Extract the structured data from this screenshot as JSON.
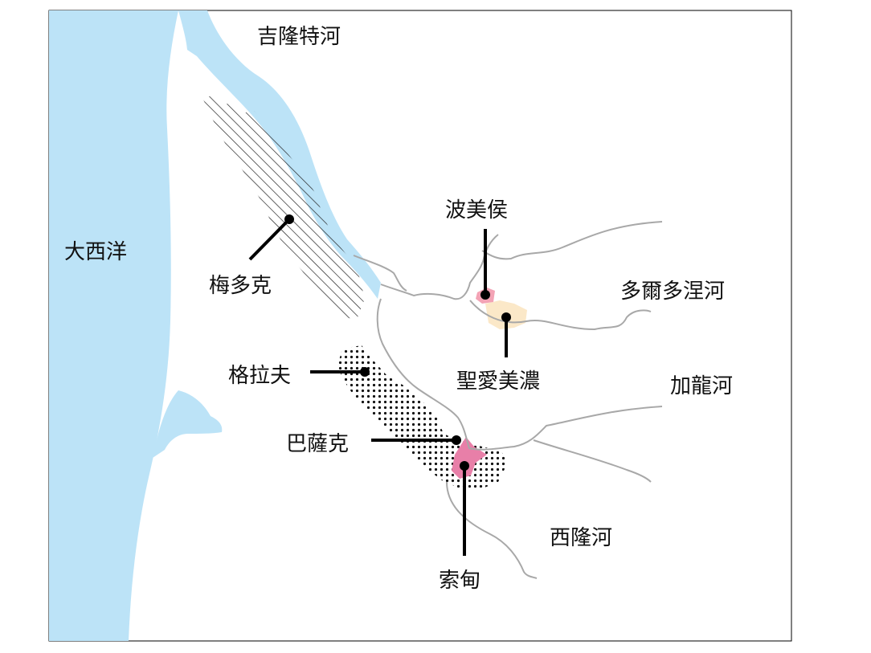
{
  "labels": {
    "gironde": "吉隆特河",
    "atlantic": "大西洋",
    "medoc": "梅多克",
    "pomerol": "波美侯",
    "dordogne": "多爾多涅河",
    "graves": "格拉夫",
    "saint_emilion": "聖愛美濃",
    "garonne": "加龍河",
    "pessac": "巴薩克",
    "ciron": "西隆河",
    "sauternes": "索甸"
  },
  "colors": {
    "water": "#bce3f7",
    "river_line": "#a8a8a8",
    "frame": "#000000",
    "pomerol_fill": "#f3a3b5",
    "saint_emilion_fill": "#fbe8c8",
    "sauternes_fill": "#e87fa8"
  }
}
